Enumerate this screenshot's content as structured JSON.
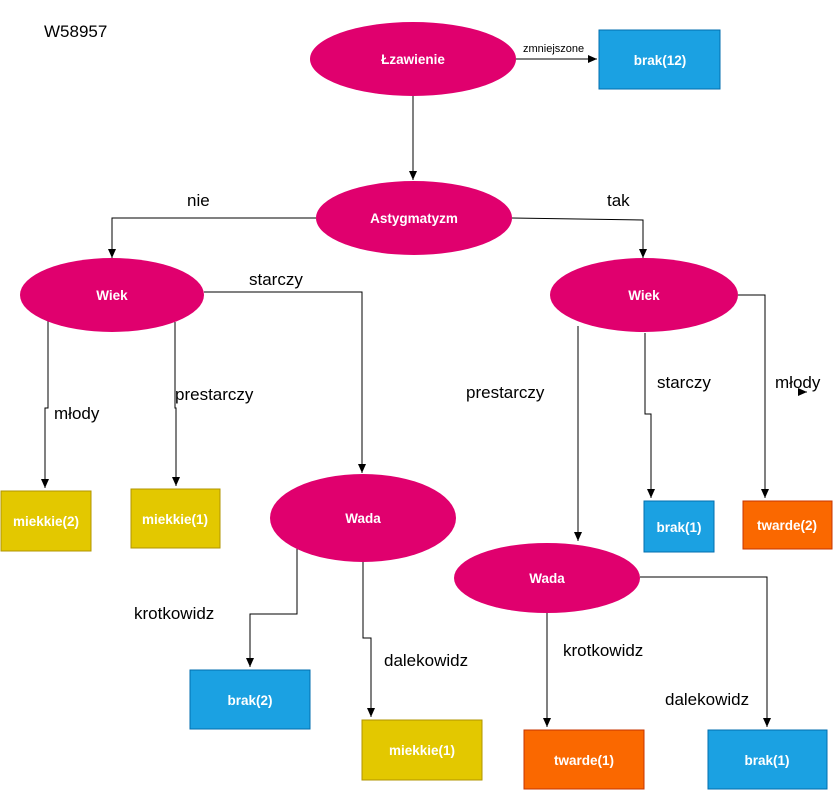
{
  "title": "W58957",
  "colors": {
    "ellipse": "#e0006e",
    "brak": "#1ba1e2",
    "miekkie": "#e3c800",
    "twarde": "#fa6800",
    "edge": "#000000"
  },
  "nodes": {
    "lzawienie": "Łzawienie",
    "astygmatyzm": "Astygmatyzm",
    "wiek_left": "Wiek",
    "wiek_right": "Wiek",
    "wada_left": "Wada",
    "wada_right": "Wada"
  },
  "leaves": {
    "brak12": "brak(12)",
    "miekkie2": "miekkie(2)",
    "miekkie1_a": "miekkie(1)",
    "brak2": "brak(2)",
    "miekkie1_b": "miekkie(1)",
    "brak1_a": "brak(1)",
    "twarde2": "twarde(2)",
    "twarde1": "twarde(1)",
    "brak1_b": "brak(1)"
  },
  "edges": {
    "zmniejszone": "zmniejszone",
    "nie": "nie",
    "tak": "tak",
    "starczy_left": "starczy",
    "mlody_left": "młody",
    "prestarczy_left": "prestarczy",
    "krotkowidz_left": "krotkowidz",
    "dalekowidz_left": "dalekowidz",
    "prestarczy_right": "prestarczy",
    "starczy_right": "starczy",
    "mlody_right": "młody",
    "krotkowidz_right": "krotkowidz",
    "dalekowidz_right": "dalekowidz"
  }
}
